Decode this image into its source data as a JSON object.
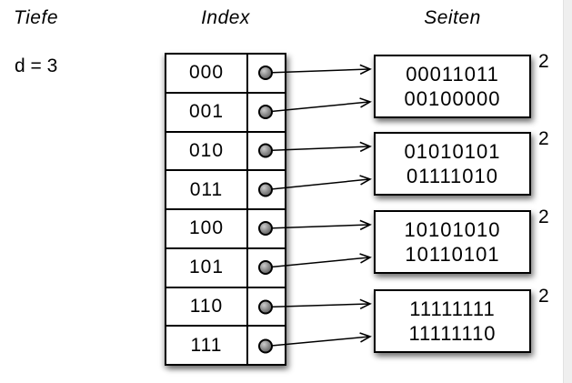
{
  "labels": {
    "depth_title": "Tiefe",
    "depth_value": "d = 3",
    "index_title": "Index",
    "pages_title": "Seiten"
  },
  "index": {
    "entries": [
      "000",
      "001",
      "010",
      "011",
      "100",
      "101",
      "110",
      "111"
    ]
  },
  "pages": [
    {
      "values": [
        "00011011",
        "00100000"
      ],
      "local_depth": "2"
    },
    {
      "values": [
        "01010101",
        "01111010"
      ],
      "local_depth": "2"
    },
    {
      "values": [
        "10101010",
        "10110101"
      ],
      "local_depth": "2"
    },
    {
      "values": [
        "11111111",
        "11111110"
      ],
      "local_depth": "2"
    }
  ],
  "links": [
    {
      "from": "000",
      "to_page": 0
    },
    {
      "from": "001",
      "to_page": 0
    },
    {
      "from": "010",
      "to_page": 1
    },
    {
      "from": "011",
      "to_page": 1
    },
    {
      "from": "100",
      "to_page": 2
    },
    {
      "from": "101",
      "to_page": 2
    },
    {
      "from": "110",
      "to_page": 3
    },
    {
      "from": "111",
      "to_page": 3
    }
  ],
  "colors": {
    "line": "#000000",
    "box_background": "#ffffff",
    "dot_fill_light": "#c9c9c9",
    "dot_fill_dark": "#5a5a5a"
  }
}
